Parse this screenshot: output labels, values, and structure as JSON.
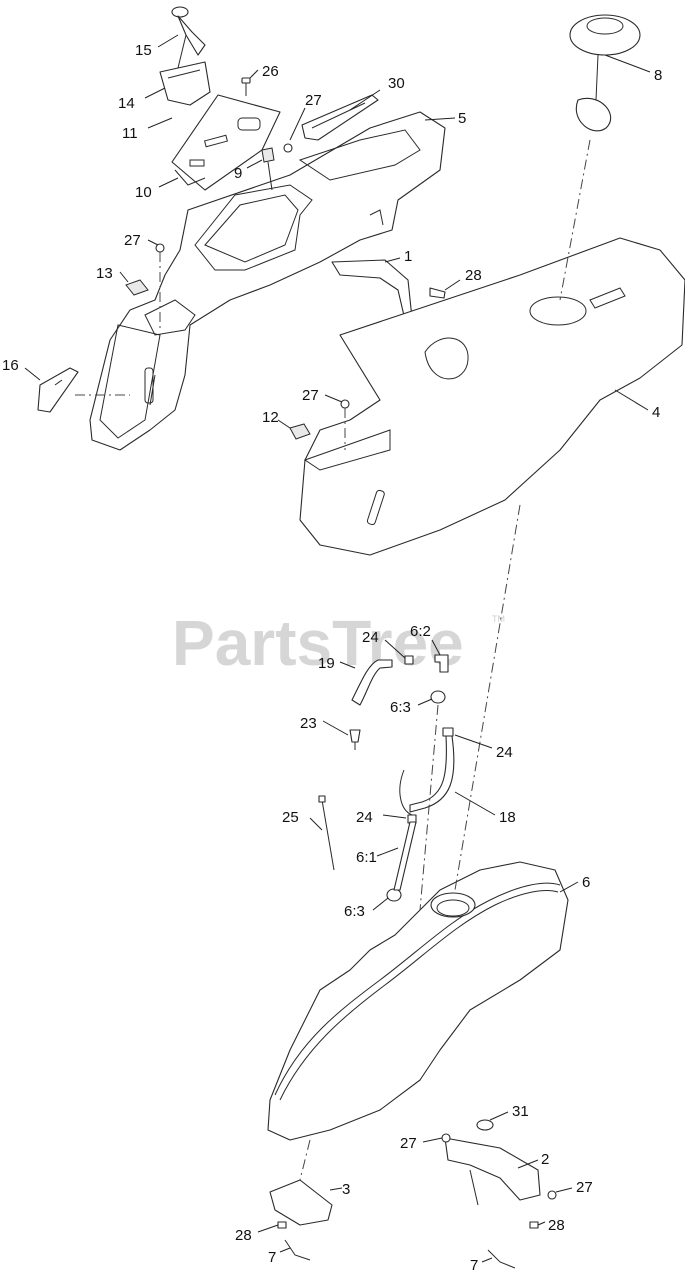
{
  "watermark": {
    "text": "PartsTree",
    "trademark": "TM"
  },
  "callouts": {
    "c1": "1",
    "c2": "2",
    "c3": "3",
    "c4": "4",
    "c5": "5",
    "c6": "6",
    "c7a": "7",
    "c7b": "7",
    "c8": "8",
    "c9": "9",
    "c10": "10",
    "c11": "11",
    "c12": "12",
    "c13": "13",
    "c14": "14",
    "c15": "15",
    "c16": "16",
    "c18": "18",
    "c19": "19",
    "c23": "23",
    "c24a": "24",
    "c24b": "24",
    "c24c": "24",
    "c25": "25",
    "c26": "26",
    "c27a": "27",
    "c27b": "27",
    "c27c": "27",
    "c27d": "27",
    "c27e": "27",
    "c28a": "28",
    "c28b": "28",
    "c28c": "28",
    "c30": "30",
    "c31": "31",
    "c6_1": "6:1",
    "c6_2": "6:2",
    "c6_3a": "6:3",
    "c6_3b": "6:3"
  }
}
